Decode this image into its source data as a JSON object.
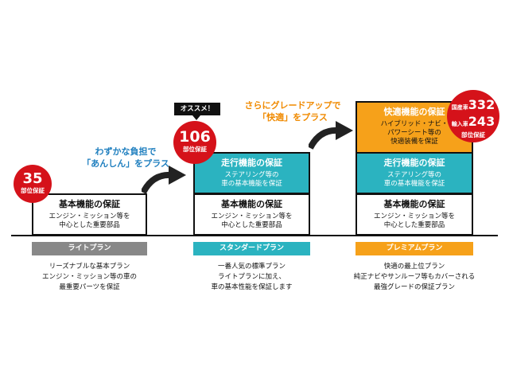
{
  "plans": {
    "lite": {
      "badge_value": "35",
      "badge_unit": "部位保証",
      "boxes": [
        {
          "title": "基本機能の保証",
          "lines": [
            "エンジン・ミッション等を",
            "中心とした重要部品"
          ]
        }
      ],
      "label": "ライトプラン",
      "label_color": "#888888",
      "desc": [
        "リーズナブルな基本プラン",
        "エンジン・ミッション等の車の",
        "最重要パーツを保証"
      ]
    },
    "standard": {
      "badge_value": "106",
      "badge_unit": "部位保証",
      "recommend": "オススメ！",
      "boxes": [
        {
          "title": "走行機能の保証",
          "lines": [
            "ステアリング等の",
            "車の基本機能を保証"
          ]
        },
        {
          "title": "基本機能の保証",
          "lines": [
            "エンジン・ミッション等を",
            "中心とした重要部品"
          ]
        }
      ],
      "label": "スタンダードプラン",
      "label_color": "#2bb3c0",
      "desc": [
        "一番人気の標準プラン",
        "ライトプランに加え、",
        "車の基本性能を保証します"
      ]
    },
    "premium": {
      "badge_domestic_label": "国産車",
      "badge_domestic_value": "332",
      "badge_import_label": "輸入車",
      "badge_import_value": "243",
      "badge_unit": "部位保証",
      "boxes": [
        {
          "title": "快適機能の保証",
          "lines": [
            "ハイブリッド・ナビ・",
            "パワーシート等の",
            "快適装備を保証"
          ]
        },
        {
          "title": "走行機能の保証",
          "lines": [
            "ステアリング等の",
            "車の基本機能を保証"
          ]
        },
        {
          "title": "基本機能の保証",
          "lines": [
            "エンジン・ミッション等を",
            "中心とした重要部品"
          ]
        }
      ],
      "label": "プレミアムプラン",
      "label_color": "#f6a11a",
      "desc": [
        "快適の最上位プラン",
        "純正ナビやサンルーフ等もカバーされる",
        "最強グレードの保証プラン"
      ]
    }
  },
  "captions": {
    "step1": [
      "わずかな負担で",
      "「あんしん」をプラス"
    ],
    "step2": [
      "さらにグレードアップで",
      "「快適」をプラス"
    ]
  },
  "colors": {
    "red": "#d5121a",
    "teal": "#2bb3c0",
    "orange": "#f6a11a",
    "gray": "#888888",
    "caption_blue": "#1f7fbf",
    "caption_orange": "#f08a00"
  }
}
